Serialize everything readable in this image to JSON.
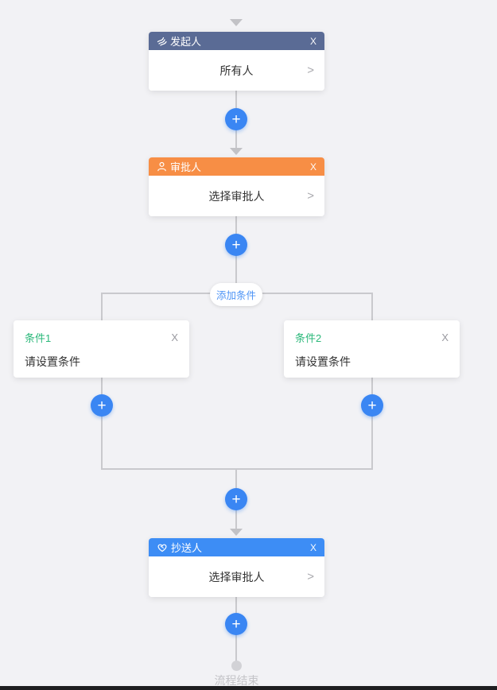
{
  "colors": {
    "background": "#f2f2f5",
    "initiator_header": "#5a6b95",
    "approver_header": "#f78e45",
    "cc_header": "#3d8df5",
    "plus_button": "#3a86f3",
    "condition_label_green": "#2bb87a",
    "add_condition_text": "#4d94f6",
    "connector_line": "#c9c9cd",
    "end_text": "#c3c3c7"
  },
  "flow": {
    "plus_label": "+",
    "chevron": ">",
    "initiator": {
      "icon": "initiator-icon",
      "title": "发起人",
      "close": "X",
      "value": "所有人"
    },
    "approver": {
      "icon": "approver-person-icon",
      "title": "审批人",
      "close": "X",
      "value": "选择审批人"
    },
    "add_condition_label": "添加条件",
    "conditions": [
      {
        "label": "条件1",
        "close": "X",
        "value": "请设置条件"
      },
      {
        "label": "条件2",
        "close": "X",
        "value": "请设置条件"
      }
    ],
    "cc": {
      "icon": "cc-heart-icon",
      "title": "抄送人",
      "close": "X",
      "value": "选择审批人"
    },
    "end_label": "流程结束"
  }
}
